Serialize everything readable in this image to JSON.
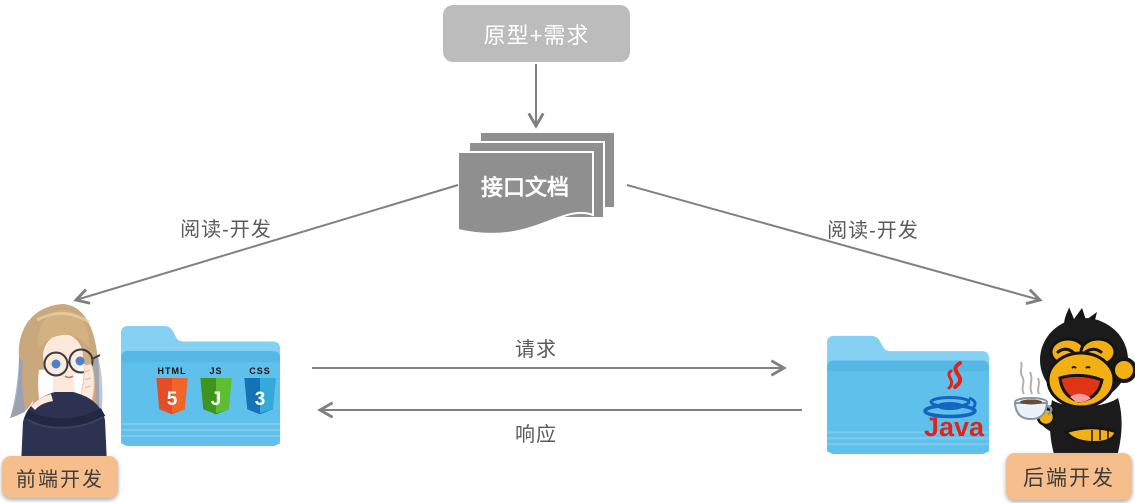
{
  "diagram": {
    "nodes": {
      "prototype": {
        "label": "原型+需求"
      },
      "api_doc": {
        "label": "接口文档"
      },
      "frontend_role": {
        "label": "前端开发"
      },
      "backend_role": {
        "label": "后端开发"
      }
    },
    "edges": {
      "read_develop_left": {
        "label": "阅读-开发"
      },
      "read_develop_right": {
        "label": "阅读-开发"
      },
      "request": {
        "label": "请求"
      },
      "response": {
        "label": "响应"
      }
    },
    "frontend_badges": [
      {
        "title": "HTML",
        "letter": "5"
      },
      {
        "title": "JS",
        "letter": "J"
      },
      {
        "title": "CSS",
        "letter": "3"
      }
    ],
    "backend_logo": {
      "label": "Java"
    },
    "colors": {
      "node_gray": "#bcbcbc",
      "document_gray": "#8f8f8f",
      "arrow_gray": "#808080",
      "role_label_peach": "#f6be8d",
      "folder_blue": "#5fc1eb",
      "html5_orange": "#e44d26",
      "js_green": "#3e941d",
      "css_blue": "#1572b6",
      "java_red": "#e2231a",
      "java_blue": "#1565c0"
    }
  }
}
